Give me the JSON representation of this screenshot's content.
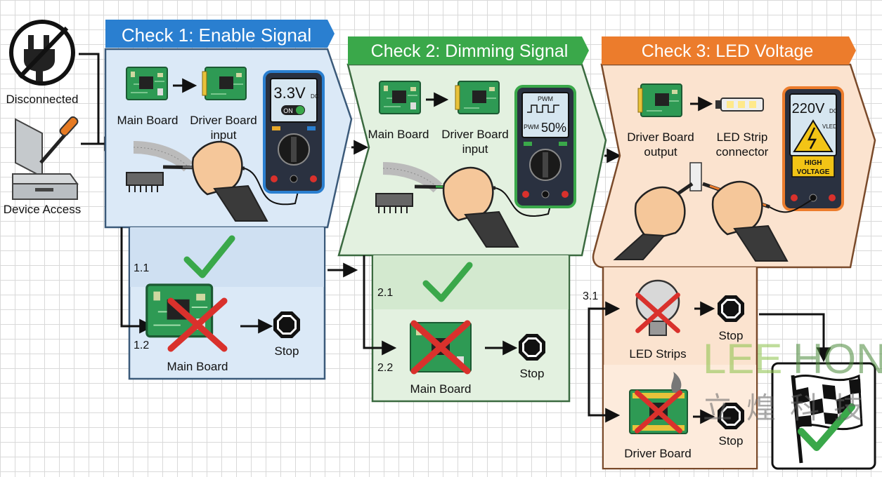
{
  "prereqs": {
    "disconnected": "Disconnected",
    "device_access": "Device Access"
  },
  "check1": {
    "title": "Check 1: Enable Signal",
    "from_label": "Main Board",
    "to_label_1": "Driver Board",
    "to_label_2": "input",
    "meter_reading": "3.3V",
    "meter_unit": "DC",
    "meter_switch": "ON",
    "step_ok": "1.1",
    "step_fail": "1.2",
    "fail_label": "Main Board",
    "stop_label": "Stop"
  },
  "check2": {
    "title": "Check 2: Dimming Signal",
    "from_label": "Main Board",
    "to_label_1": "Driver Board",
    "to_label_2": "input",
    "meter_top": "PWM",
    "meter_left": "PWM",
    "meter_reading": "50%",
    "step_ok": "2.1",
    "step_fail": "2.2",
    "fail_label": "Main Board",
    "stop_label": "Stop"
  },
  "check3": {
    "title": "Check 3: LED Voltage",
    "from_label_1": "Driver Board",
    "from_label_2": "output",
    "to_label_1": "LED Strip",
    "to_label_2": "connector",
    "meter_reading": "220V",
    "meter_unit": "DC",
    "meter_sub": "VLED",
    "warning_1": "HIGH",
    "warning_2": "VOLTAGE",
    "step": "3.1",
    "fail_a_label": "LED Strips",
    "fail_b_label": "Driver Board",
    "stop_label": "Stop"
  },
  "watermark": {
    "latin": "LEEHON",
    "chinese": "立煌科技"
  },
  "colors": {
    "check1_header": "#2a7fd0",
    "check1_bg": "#dbe9f7",
    "check2_header": "#3aa84a",
    "check2_bg": "#e3f1e0",
    "check3_header": "#ec7c2c",
    "check3_bg": "#fbe3cf",
    "ok_green": "#3aa84a",
    "fail_red": "#d9312c",
    "pcb_green": "#2e9a54"
  }
}
